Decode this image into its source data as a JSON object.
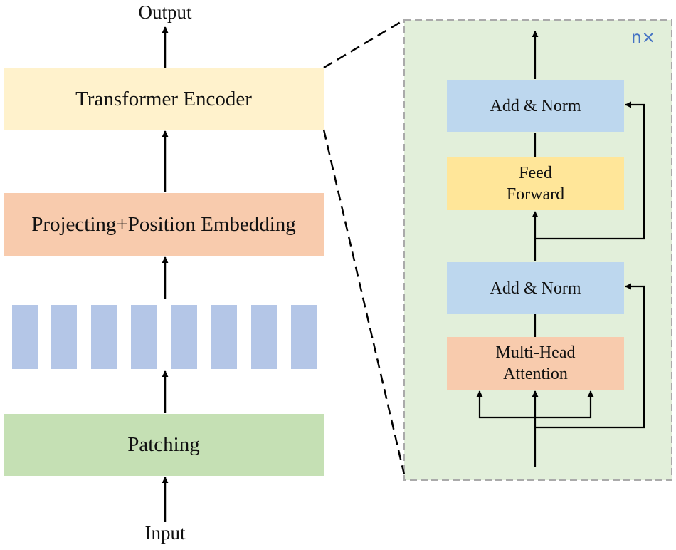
{
  "left": {
    "output_label": "Output",
    "encoder_label": "Transformer Encoder",
    "embedding_label": "Projecting+Position Embedding",
    "patching_label": "Patching",
    "input_label": "Input",
    "patch_count": 8
  },
  "encoder_detail": {
    "repeat_label": "n×",
    "add_norm_top_label": "Add & Norm",
    "feed_forward_label": [
      "Feed",
      "Forward"
    ],
    "add_norm_bottom_label": "Add & Norm",
    "attention_label": [
      "Multi-Head",
      "Attention"
    ]
  },
  "colors": {
    "encoder": "#fff2cc",
    "embedding": "#f8cbad",
    "patches": "#b4c6e7",
    "patching": "#c5e0b4",
    "detail_panel": "#e2efda",
    "add_norm": "#bdd7ee",
    "feed_forward": "#ffe699",
    "attention": "#f8cbad",
    "repeat_label": "#4472c4"
  }
}
